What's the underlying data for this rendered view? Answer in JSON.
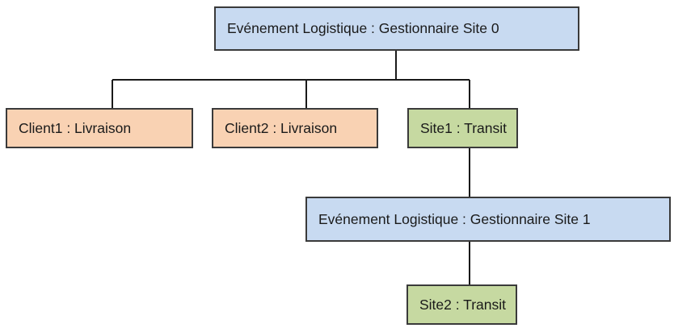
{
  "diagram": {
    "nodes": {
      "root": "Evénement Logistique : Gestionnaire Site 0",
      "client1": "Client1 : Livraison",
      "client2": "Client2 : Livraison",
      "site1": "Site1 : Transit",
      "manager1": "Evénement Logistique : Gestionnaire Site 1",
      "site2": "Site2 : Transit"
    },
    "colors": {
      "manager_fill": "#c8daf1",
      "client_fill": "#f9d2b3",
      "transit_fill": "#c6d9a1",
      "border": "#3a3a3a",
      "connector": "#1a1a1a"
    }
  }
}
